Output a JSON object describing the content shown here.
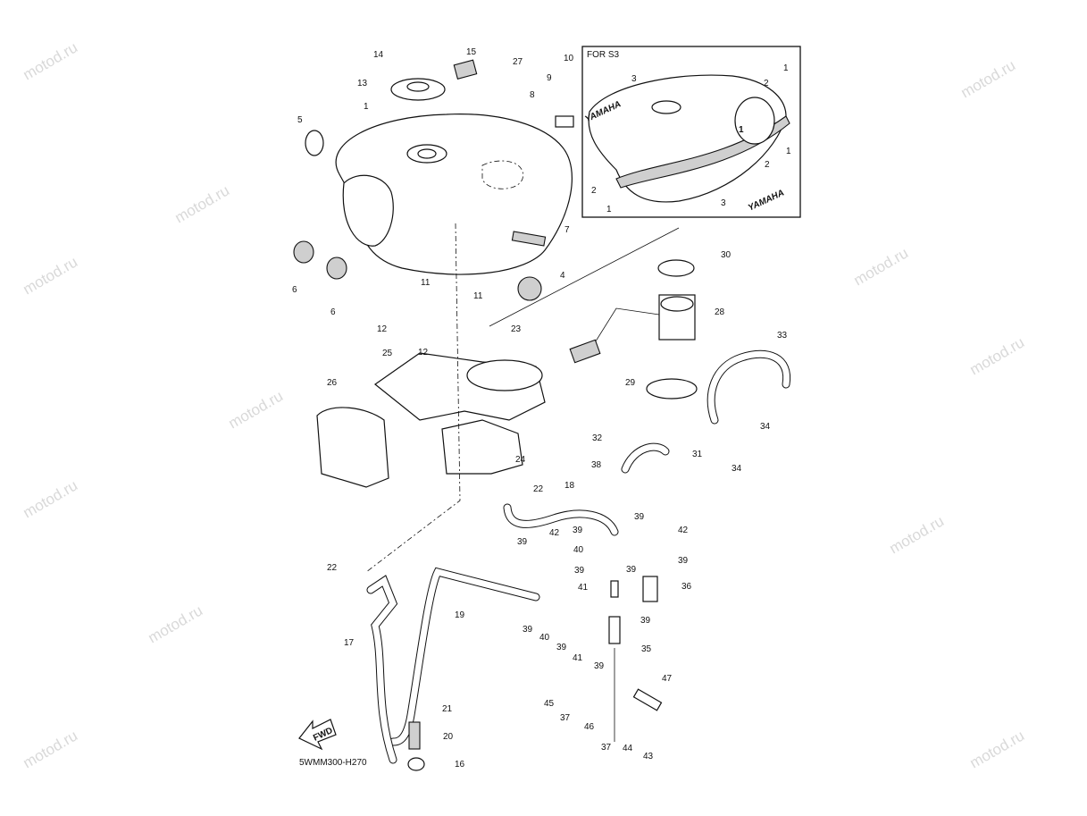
{
  "watermark": "motod.ru",
  "inset": {
    "title": "FOR S3",
    "callouts": [
      "1",
      "2",
      "3",
      "1",
      "2",
      "2",
      "1",
      "3"
    ],
    "decal_text": "YAMAHA",
    "number_decal": "1"
  },
  "callouts": [
    "14",
    "15",
    "27",
    "10",
    "13",
    "9",
    "8",
    "1",
    "5",
    "7",
    "6",
    "6",
    "4",
    "11",
    "11",
    "12",
    "12",
    "30",
    "28",
    "33",
    "23",
    "25",
    "26",
    "29",
    "34",
    "34",
    "31",
    "32",
    "24",
    "38",
    "22",
    "18",
    "39",
    "42",
    "39",
    "42",
    "39",
    "40",
    "39",
    "39",
    "39",
    "22",
    "41",
    "36",
    "19",
    "39",
    "40",
    "39",
    "39",
    "35",
    "41",
    "17",
    "39",
    "47",
    "45",
    "37",
    "46",
    "21",
    "20",
    "37",
    "44",
    "43",
    "16"
  ],
  "fwd_label": "FWD",
  "diagram_code": "5WMM300-H270"
}
